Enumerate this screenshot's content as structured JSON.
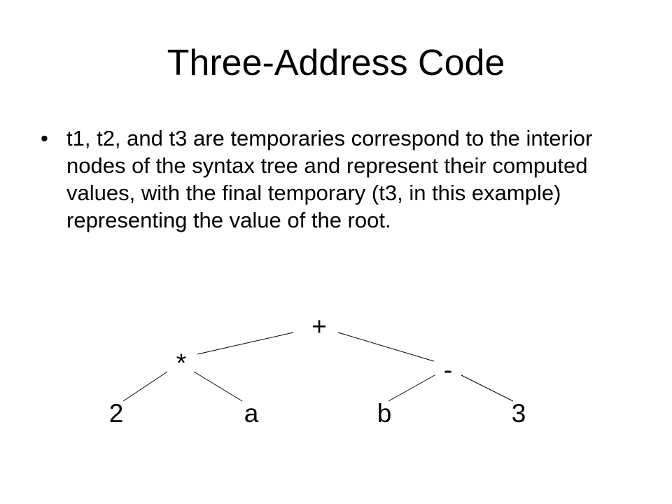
{
  "slide": {
    "title": "Three-Address Code",
    "bullet_symbol": "•",
    "bullet_text": "t1, t2, and t3 are temporaries correspond to the interior nodes of the syntax tree and represent their computed values, with the final temporary (t3, in this example) representing the value of the root."
  },
  "tree": {
    "nodes": [
      {
        "id": "root",
        "label": "+"
      },
      {
        "id": "mul",
        "label": "*"
      },
      {
        "id": "sub",
        "label": "-"
      },
      {
        "id": "leaf-2",
        "label": "2"
      },
      {
        "id": "leaf-a",
        "label": "a"
      },
      {
        "id": "leaf-b",
        "label": "b"
      },
      {
        "id": "leaf-3",
        "label": "3"
      }
    ],
    "edges": [
      {
        "from": "root",
        "to": "mul"
      },
      {
        "from": "root",
        "to": "sub"
      },
      {
        "from": "mul",
        "to": "leaf-2"
      },
      {
        "from": "mul",
        "to": "leaf-a"
      },
      {
        "from": "sub",
        "to": "leaf-b"
      },
      {
        "from": "sub",
        "to": "leaf-3"
      }
    ]
  }
}
